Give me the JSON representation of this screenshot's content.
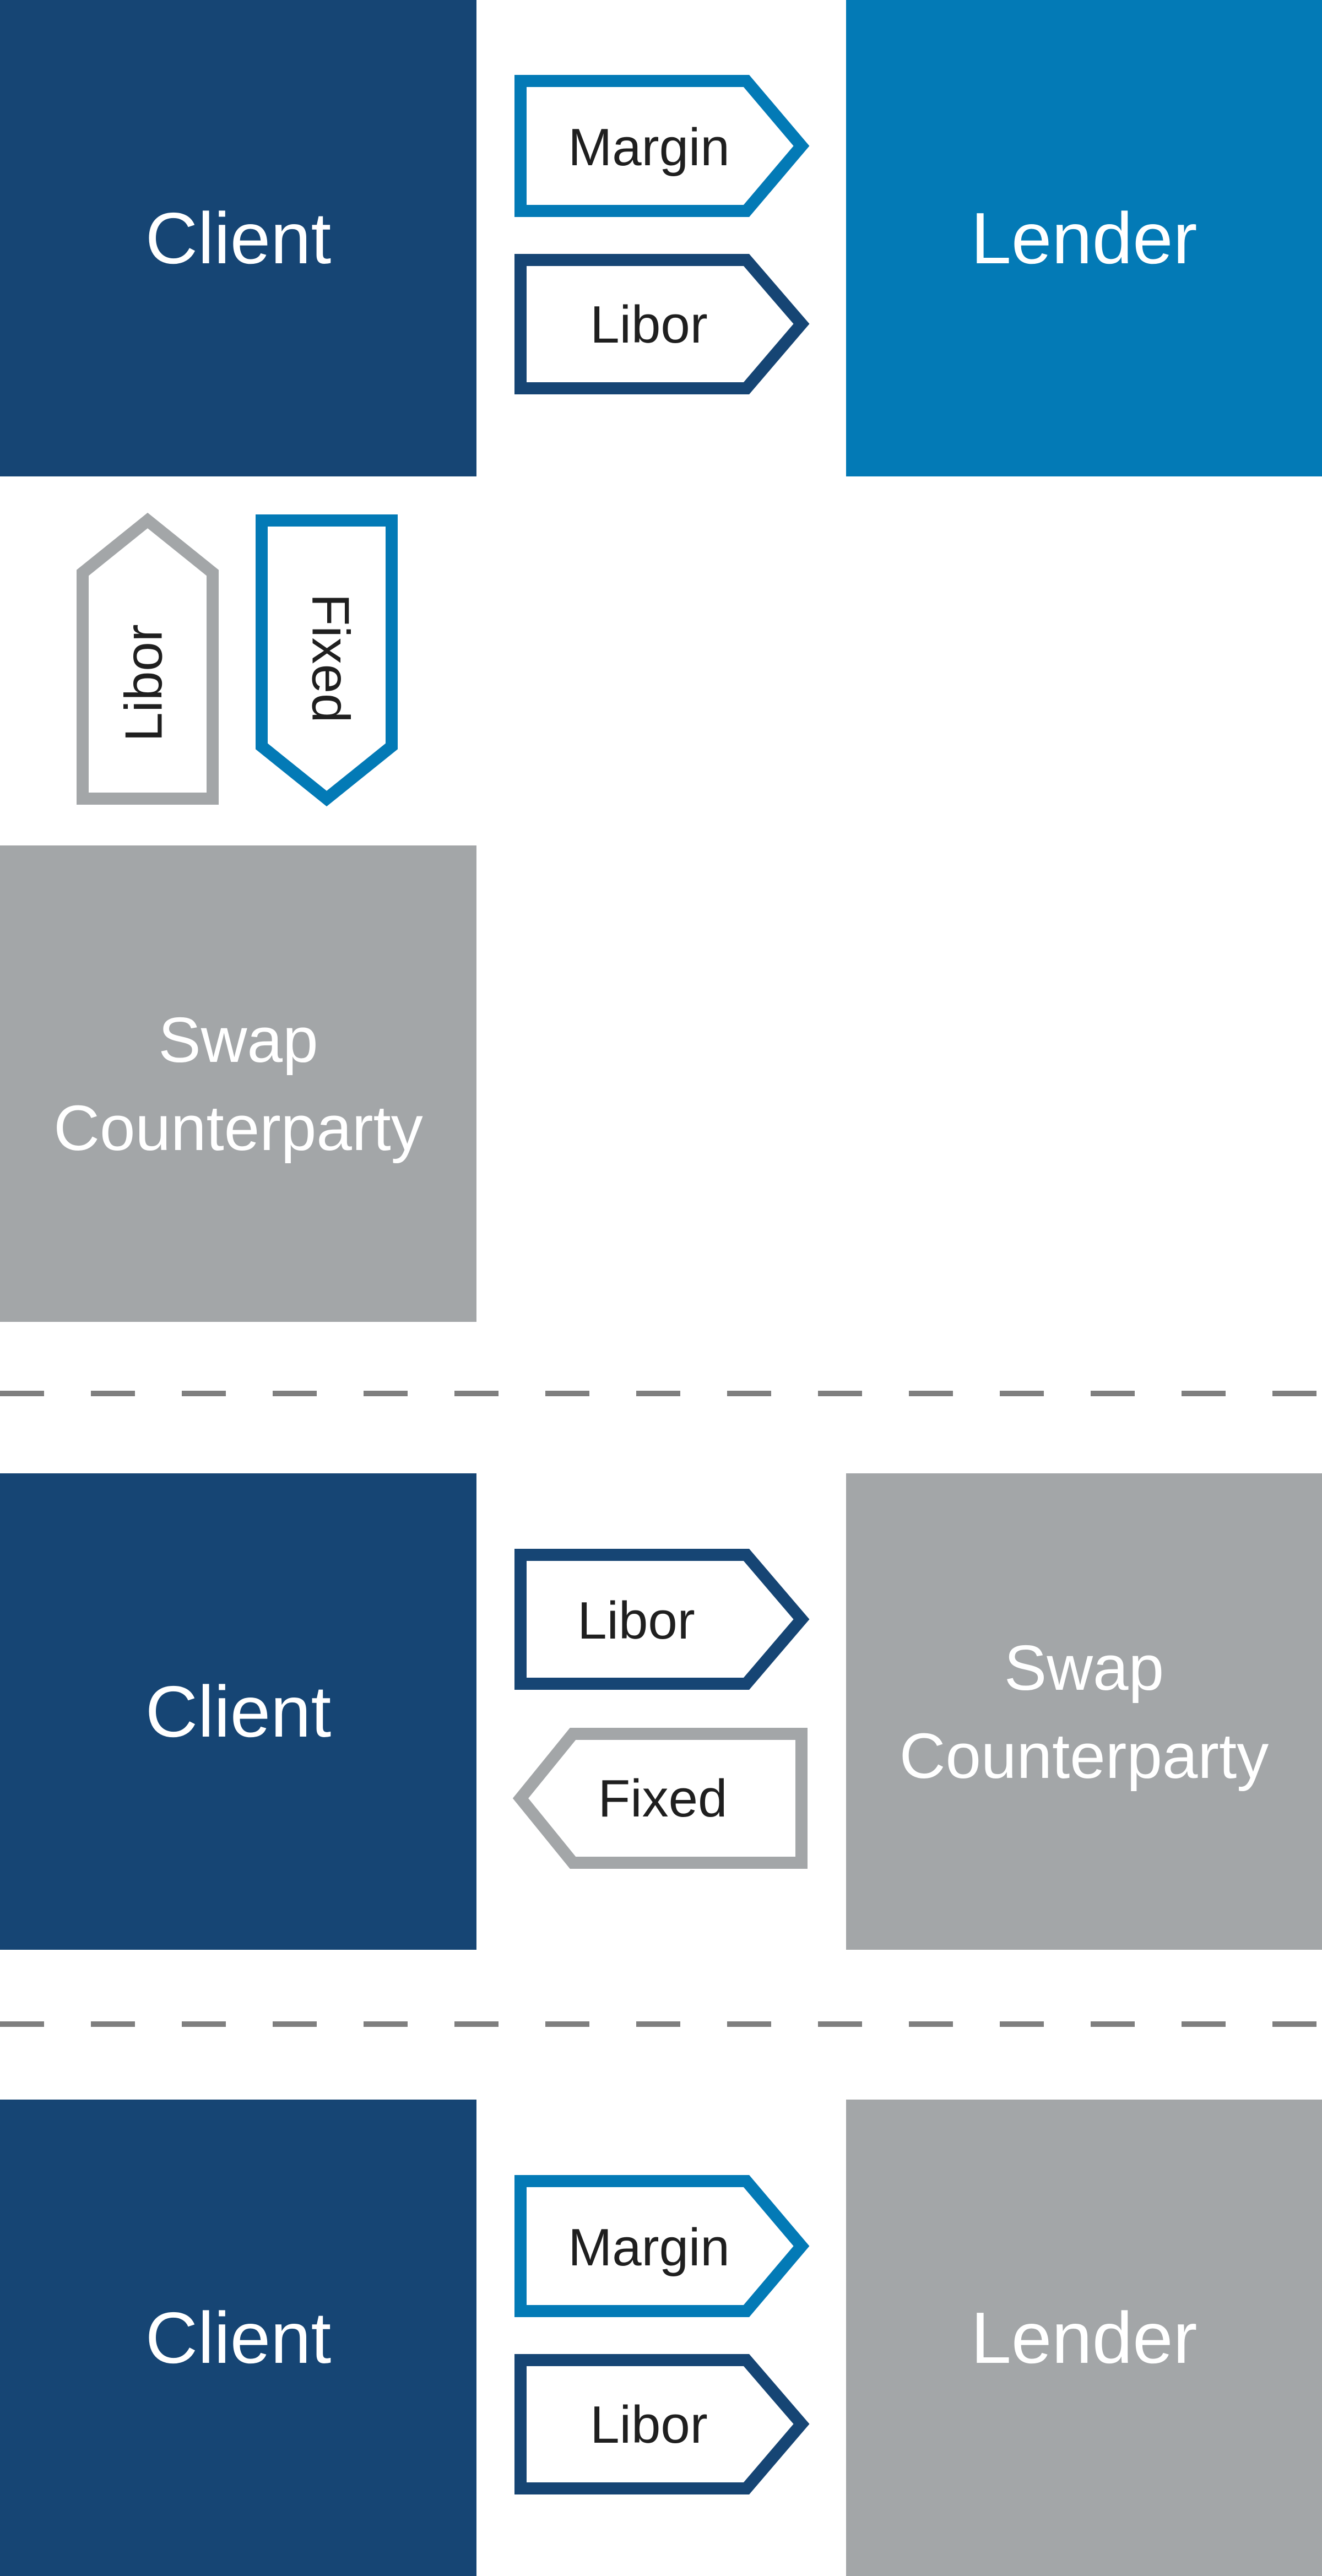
{
  "colors": {
    "client": "#164574",
    "lender_blue": "#037ab6",
    "grey": "#a3a6a8",
    "arrow_dark": "#164574",
    "arrow_light": "#037ab6",
    "arrow_grey": "#a3a6a8",
    "divider": "#7f7f7f"
  },
  "section1": {
    "client": "Client",
    "lender": "Lender",
    "swap_line1": "Swap",
    "swap_line2": "Counterparty",
    "arrows": {
      "margin": "Margin",
      "libor": "Libor",
      "libor_up": "Libor",
      "fixed_down": "Fixed"
    }
  },
  "section2": {
    "client": "Client",
    "swap_line1": "Swap",
    "swap_line2": "Counterparty",
    "arrows": {
      "libor": "Libor",
      "fixed": "Fixed"
    }
  },
  "section3": {
    "client": "Client",
    "lender": "Lender",
    "arrows": {
      "margin": "Margin",
      "libor": "Libor"
    }
  }
}
